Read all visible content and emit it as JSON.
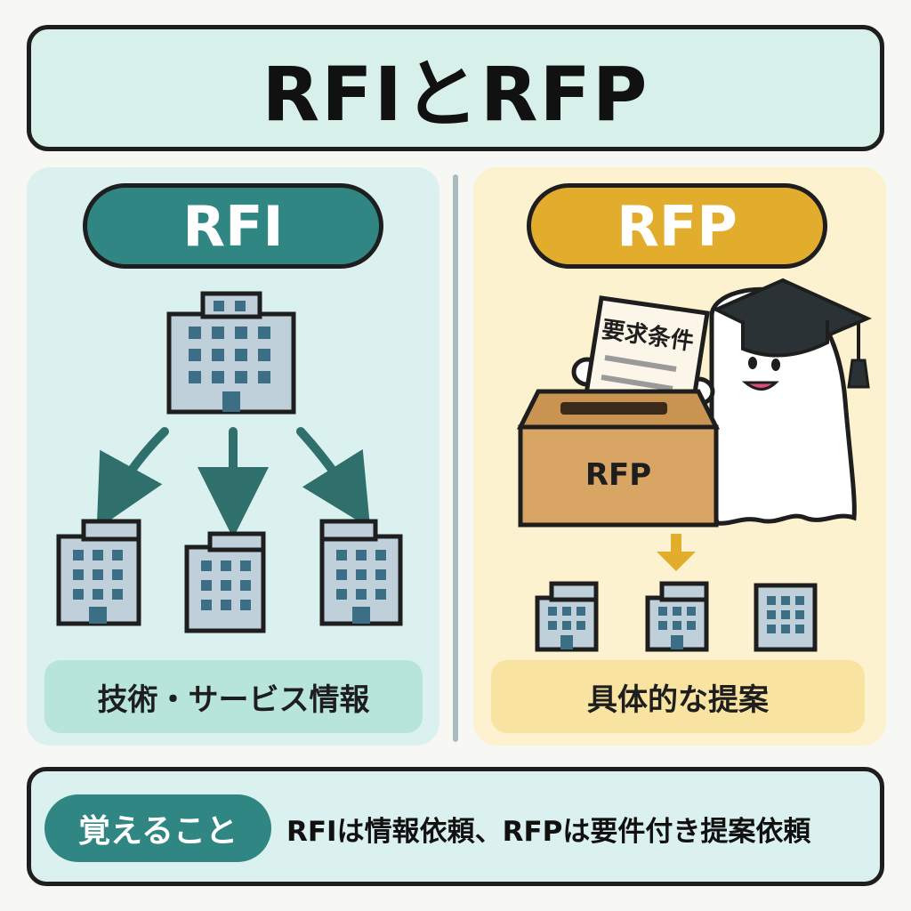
{
  "header": {
    "title": "RFIとRFP"
  },
  "rfi": {
    "pill_label": "RFI",
    "caption": "技術・サービス情報",
    "color": "#2f8682"
  },
  "rfp": {
    "pill_label": "RFP",
    "caption": "具体的な提案",
    "box_label": "RFP",
    "document_title": "要求条件",
    "color": "#e2ad2c"
  },
  "footer": {
    "badge": "覚えること",
    "summary": "RFIは情報依頼、RFPは要件付き提案依頼"
  }
}
